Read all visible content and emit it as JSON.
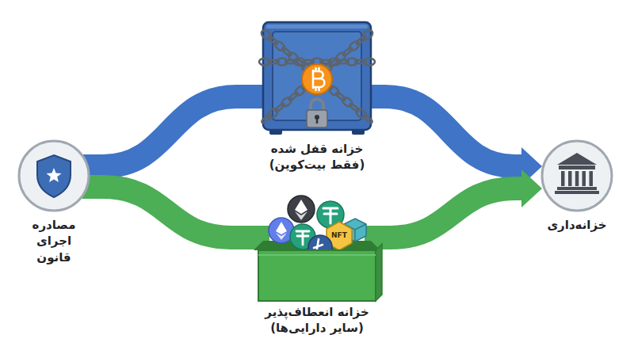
{
  "diagram": {
    "nodes": [
      {
        "text": [
          "مصادره اجرای قانون"
        ]
      },
      {
        "text": [
          "خزانه قفل شده (فقط بیت‌کوین)"
        ]
      },
      {
        "text": [
          "خزانه انعطاف‌پذیر (سایر دارایی‌ها)"
        ]
      },
      {
        "text": [
          "خزانه‌داری"
        ]
      }
    ],
    "edges": [
      {
        "from": 0,
        "to": 1,
        "arrow": "none"
      },
      {
        "from": 1,
        "to": 3,
        "arrow": "to"
      },
      {
        "from": 0,
        "to": 2,
        "arrow": "none"
      },
      {
        "from": 2,
        "to": 3,
        "arrow": "to"
      }
    ],
    "labels": [
      "NFT"
    ]
  }
}
